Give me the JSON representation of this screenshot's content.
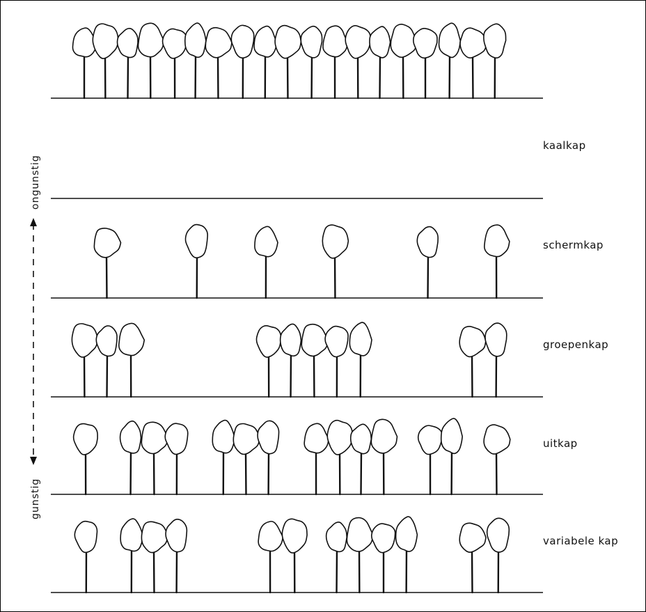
{
  "axis": {
    "top_label": "ongunstig",
    "bottom_label": "gunstig"
  },
  "rows": [
    {
      "label": "",
      "trees": [
        120,
        150,
        183,
        215,
        250,
        280,
        312,
        348,
        380,
        412,
        447,
        480,
        513,
        545,
        578,
        610,
        645,
        678,
        710
      ]
    },
    {
      "label": "kaalkap",
      "trees": []
    },
    {
      "label": "schermkap",
      "trees": [
        152,
        282,
        381,
        480,
        614,
        712
      ]
    },
    {
      "label": "groepenkap",
      "trees": [
        120,
        153,
        187,
        385,
        417,
        450,
        483,
        517,
        677,
        712
      ]
    },
    {
      "label": "uitkap",
      "trees": [
        122,
        187,
        220,
        253,
        320,
        352,
        385,
        453,
        487,
        518,
        550,
        617,
        648,
        712
      ]
    },
    {
      "label": "variabele kap",
      "trees": [
        123,
        188,
        220,
        253,
        387,
        422,
        483,
        515,
        550,
        583,
        677,
        715
      ]
    }
  ],
  "colors": {
    "ink": "#111111",
    "background": "#ffffff"
  }
}
